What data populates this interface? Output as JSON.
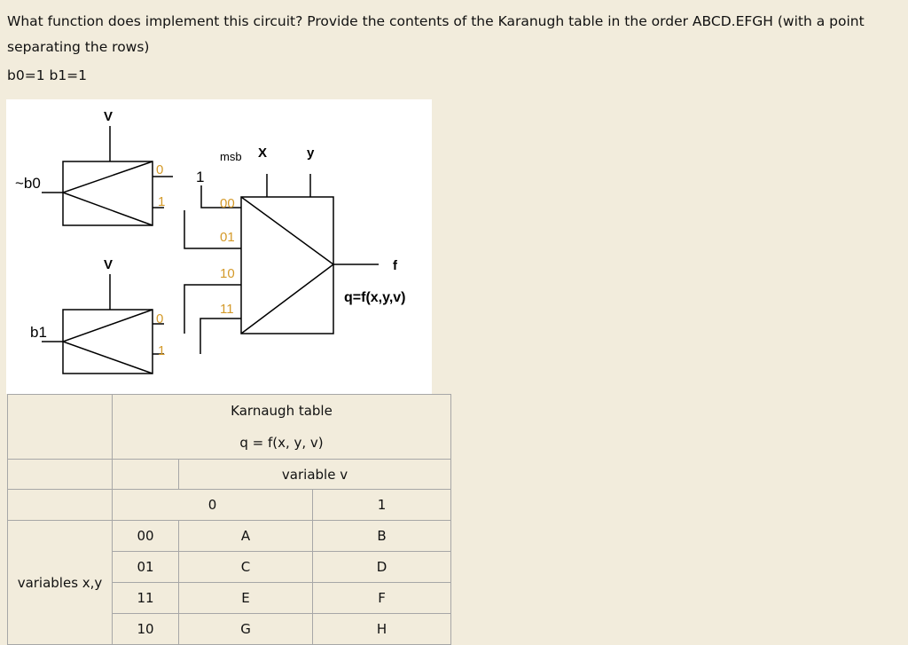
{
  "question": {
    "line1": "What function does implement this circuit? Provide the contents of the Karanugh table in the order ABCD.EFGH (with a point",
    "line2": "separating the rows)",
    "bvalues": "b0=1 b1=1"
  },
  "circuit": {
    "v_top": "V",
    "v_mid": "V",
    "not_b0": "~b0",
    "b1": "b1",
    "mux1_in0": "0",
    "mux1_in1": "1",
    "mux2_in0": "0",
    "mux2_in1": "1",
    "const_one": "1",
    "msb": "msb",
    "x": "X",
    "y": "y",
    "in00": "00",
    "in01": "01",
    "in10": "10",
    "in11": "11",
    "f": "f",
    "q_expr": "q=f(x,y,v)"
  },
  "table": {
    "title": "Karnaugh table",
    "subtitle": "q = f(x, y, v)",
    "variable_v": "variable v",
    "v0": "0",
    "v1": "1",
    "variables_xy": "variables x,y",
    "rows": [
      {
        "xy": "00",
        "c0": "A",
        "c1": "B"
      },
      {
        "xy": "01",
        "c0": "C",
        "c1": "D"
      },
      {
        "xy": "11",
        "c0": "E",
        "c1": "F"
      },
      {
        "xy": "10",
        "c0": "G",
        "c1": "H"
      }
    ]
  }
}
